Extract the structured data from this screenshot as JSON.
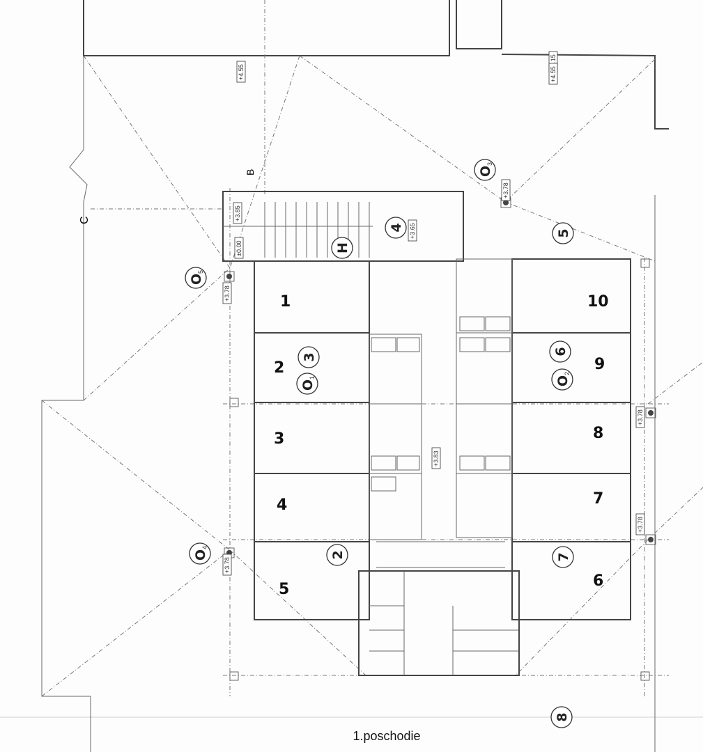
{
  "caption": "1.poschodie",
  "rooms": [
    "1",
    "2",
    "3",
    "4",
    "5",
    "6",
    "7",
    "8",
    "9",
    "10"
  ],
  "markers": {
    "m2": "2",
    "m3": "3",
    "m4": "4",
    "m5": "5",
    "m6": "6",
    "m7": "7",
    "m8": "8",
    "H": "H"
  },
  "outlets": {
    "o1": "O",
    "o1s": "1",
    "o2": "O",
    "o2s": "2",
    "o3": "O",
    "o3s": "3",
    "o4": "O",
    "o4s": "4",
    "o5": "O",
    "o5s": "5"
  },
  "section_marks": {
    "b": "B",
    "c": "C"
  },
  "levels": {
    "l515": "+5.15",
    "l455a": "+4.55",
    "l455b": "+4.55",
    "l385": "+3.85",
    "l365": "+3.65",
    "l000": "±0.00",
    "l378a": "+3.78",
    "l378b": "+3.78",
    "l378c": "+3.78",
    "l378d": "+3.78",
    "l378e": "+3.78",
    "l383": "+3.83"
  }
}
